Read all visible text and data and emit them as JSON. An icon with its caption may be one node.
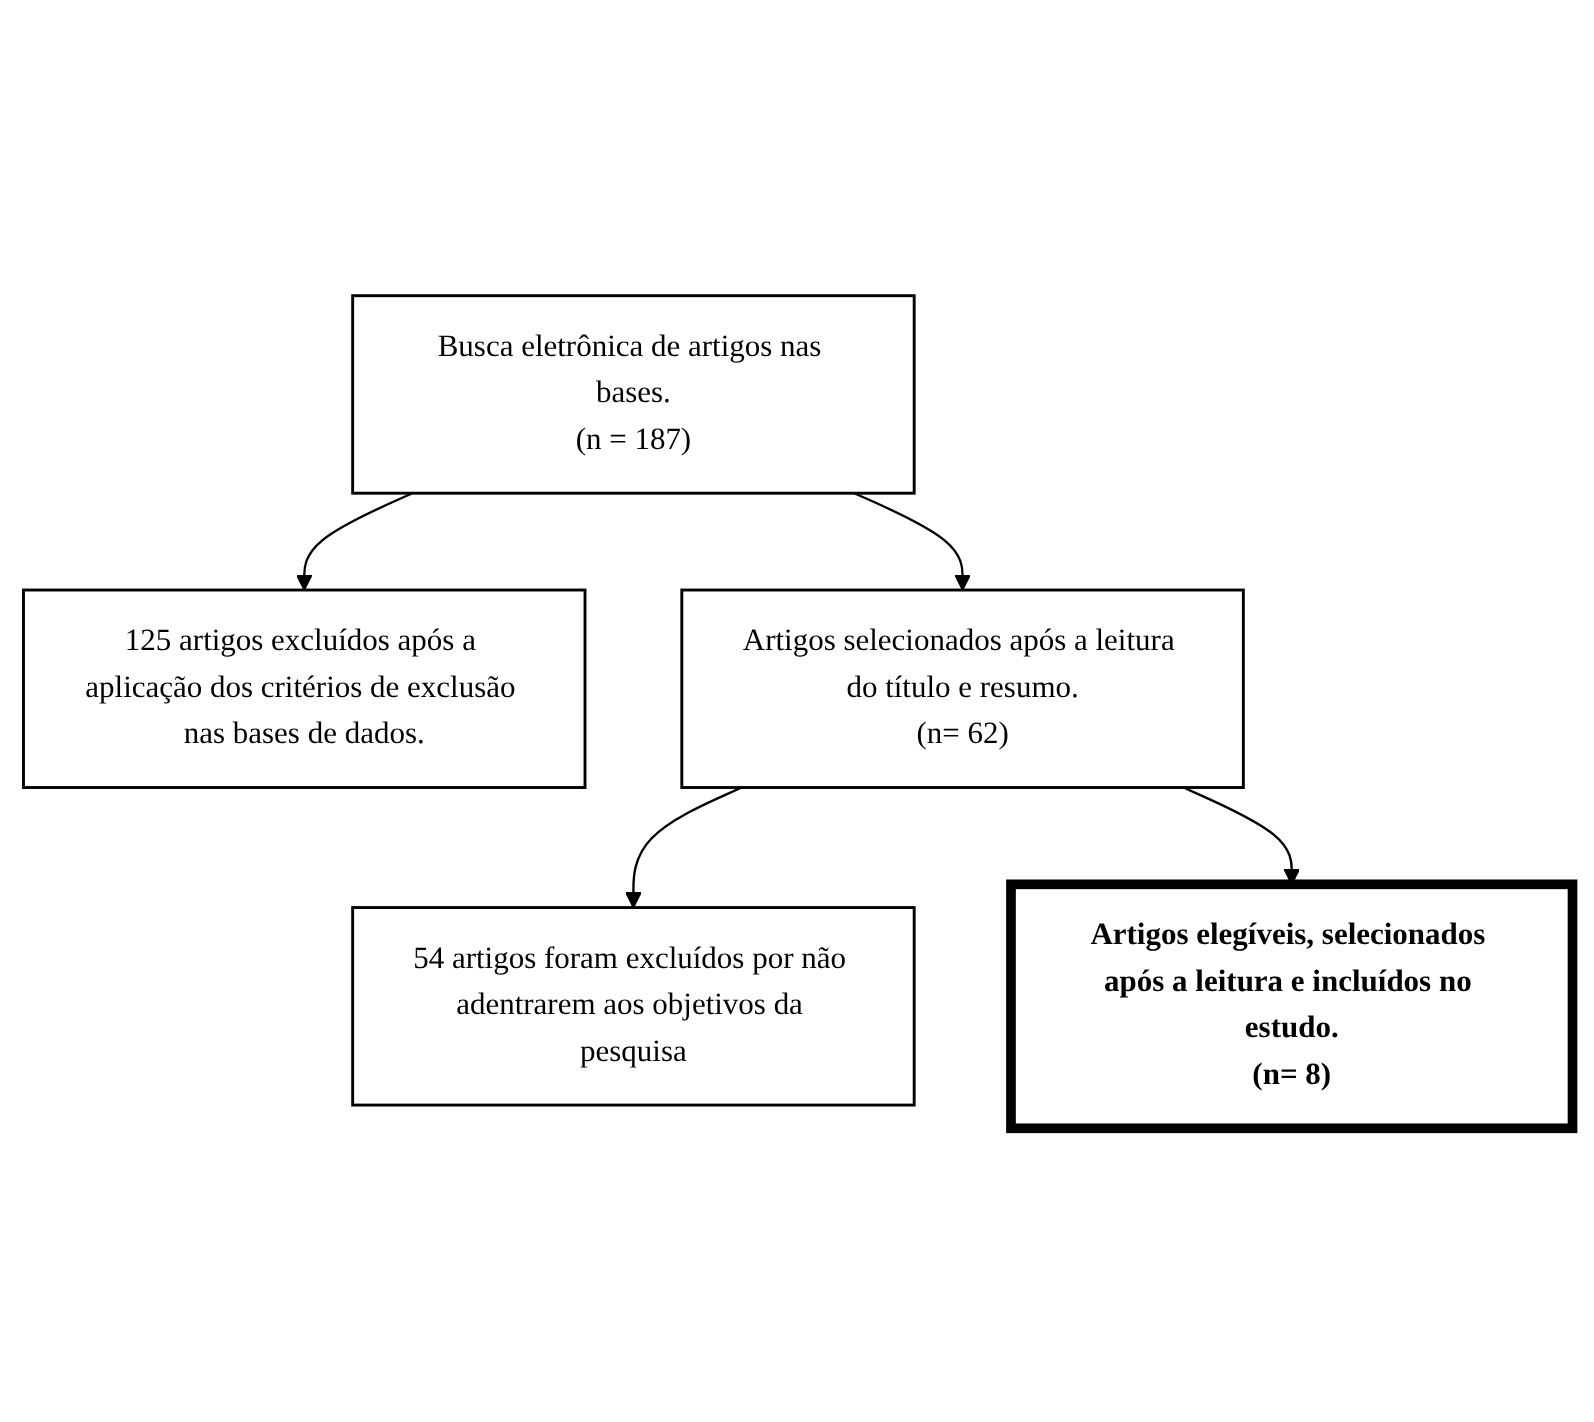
{
  "diagram": {
    "nodes": [
      {
        "text": [
          "Busca eletrônica de artigos nas bases.",
          "(n = 187)"
        ]
      },
      {
        "text": [
          "125 artigos excluídos após a aplicação dos critérios de exclusão nas bases de dados."
        ]
      },
      {
        "text": [
          "Artigos selecionados após a leitura do título e resumo.",
          "(n= 62)"
        ]
      },
      {
        "text": [
          "54 artigos foram excluídos por não adentrarem aos objetivos da pesquisa"
        ]
      },
      {
        "text": [
          "Artigos elegíveis, selecionados após a leitura e incluídos no estudo.",
          "(n= 8)"
        ]
      }
    ],
    "edges": [
      {
        "from": 0,
        "to": 1,
        "arrow": "to"
      },
      {
        "from": 0,
        "to": 2,
        "arrow": "to"
      },
      {
        "from": 2,
        "to": 3,
        "arrow": "to"
      },
      {
        "from": 2,
        "to": 4,
        "arrow": "to"
      }
    ]
  }
}
